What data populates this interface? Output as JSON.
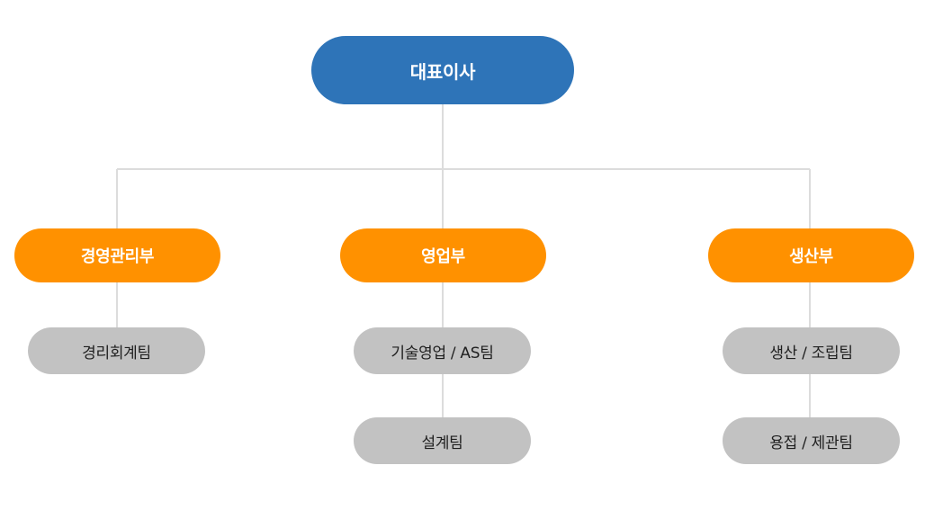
{
  "ceo": {
    "label": "대표이사"
  },
  "departments": [
    {
      "label": "경영관리부",
      "teams": [
        "경리회계팀"
      ]
    },
    {
      "label": "영업부",
      "teams": [
        "기술영업 / AS팀",
        "설계팀"
      ]
    },
    {
      "label": "생산부",
      "teams": [
        "생산 / 조립팀",
        "용접 / 제관팀"
      ]
    }
  ],
  "colors": {
    "ceo_fill": "#2e74b8",
    "department_fill": "#ff9100",
    "team_fill": "#c2c2c2",
    "connector": "#dcdcdc"
  }
}
